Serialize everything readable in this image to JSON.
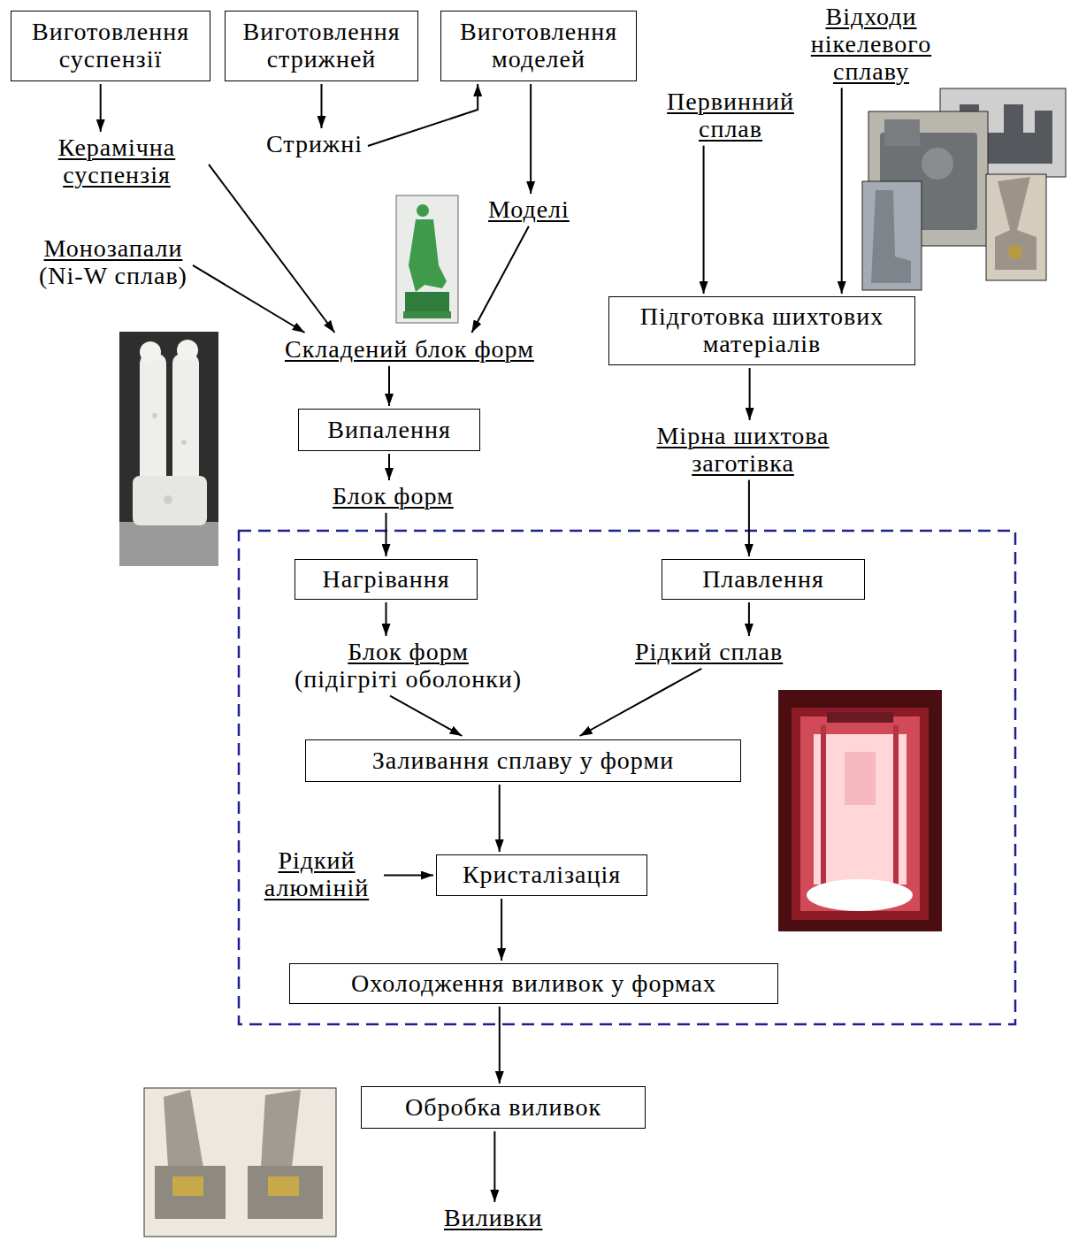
{
  "diagram": {
    "nodes": [
      {
        "text": [
          "Виготовлення суспензії"
        ]
      },
      {
        "text": [
          "Виготовлення стрижней"
        ]
      },
      {
        "text": [
          "Виготовлення моделей"
        ]
      },
      {
        "text": [
          "Відходи нікелевого сплаву"
        ]
      },
      {
        "text": [
          "Керамічна суспензія"
        ]
      },
      {
        "text": [
          "Стрижні"
        ]
      },
      {
        "text": [
          "Первинний сплав"
        ]
      },
      {
        "text": [
          "Моделі"
        ]
      },
      {
        "text": [
          "Монозапали",
          "(Ni-W сплав)"
        ]
      },
      {
        "text": [
          "Підготовка шихтових матеріалів"
        ]
      },
      {
        "text": [
          "Складений блок форм"
        ]
      },
      {
        "text": [
          "Випалення"
        ]
      },
      {
        "text": [
          "Мірна шихтова заготівка"
        ]
      },
      {
        "text": [
          "Блок форм"
        ]
      },
      {
        "text": [
          "Нагрівання"
        ]
      },
      {
        "text": [
          "Плавлення"
        ]
      },
      {
        "text": [
          "Блок форм",
          "(підігріті оболонки)"
        ]
      },
      {
        "text": [
          "Рідкий сплав"
        ]
      },
      {
        "text": [
          "Заливання сплаву у форми"
        ]
      },
      {
        "text": [
          "Рідкий алюміній"
        ]
      },
      {
        "text": [
          "Кристалізація"
        ]
      },
      {
        "text": [
          "Охолодження виливок у формах"
        ]
      },
      {
        "text": [
          "Обробка виливок"
        ]
      },
      {
        "text": [
          "Виливки"
        ]
      }
    ],
    "edges": [
      {
        "from": 0,
        "to": 4,
        "arrow": "to"
      },
      {
        "from": 1,
        "to": 5,
        "arrow": "to"
      },
      {
        "from": 5,
        "to": 2,
        "arrow": "to"
      },
      {
        "from": 2,
        "to": 7,
        "arrow": "to"
      },
      {
        "from": 4,
        "to": 10,
        "arrow": "to"
      },
      {
        "from": 7,
        "to": 10,
        "arrow": "to"
      },
      {
        "from": 8,
        "to": 10,
        "arrow": "to"
      },
      {
        "from": 10,
        "to": 11,
        "arrow": "to"
      },
      {
        "from": 11,
        "to": 13,
        "arrow": "to"
      },
      {
        "from": 13,
        "to": 14,
        "arrow": "to"
      },
      {
        "from": 14,
        "to": 16,
        "arrow": "to"
      },
      {
        "from": 16,
        "to": 18,
        "arrow": "to"
      },
      {
        "from": 6,
        "to": 9,
        "arrow": "to"
      },
      {
        "from": 3,
        "to": 9,
        "arrow": "to"
      },
      {
        "from": 9,
        "to": 12,
        "arrow": "to"
      },
      {
        "from": 12,
        "to": 15,
        "arrow": "to"
      },
      {
        "from": 15,
        "to": 17,
        "arrow": "to"
      },
      {
        "from": 17,
        "to": 18,
        "arrow": "to"
      },
      {
        "from": 18,
        "to": 20,
        "arrow": "to"
      },
      {
        "from": 19,
        "to": 20,
        "arrow": "to"
      },
      {
        "from": 20,
        "to": 21,
        "arrow": "to"
      },
      {
        "from": 21,
        "to": 22,
        "arrow": "to"
      },
      {
        "from": 22,
        "to": 23,
        "arrow": "to"
      }
    ]
  }
}
